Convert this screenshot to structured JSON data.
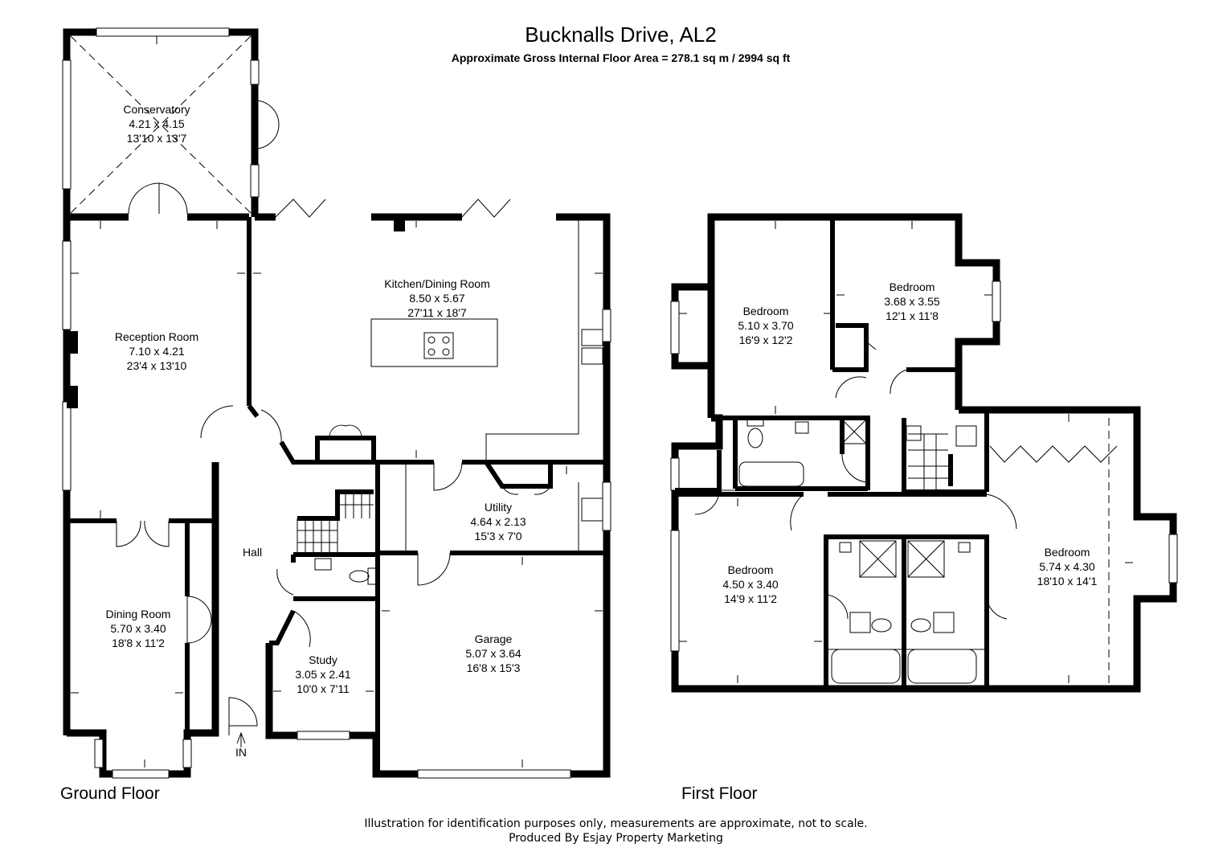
{
  "header": {
    "title": "Bucknalls  Drive, AL2",
    "subtitle": "Approximate Gross Internal Floor Area  = 278.1 sq m  / 2994 sq ft"
  },
  "floors": {
    "ground": {
      "label": "Ground Floor",
      "entrance": "IN",
      "rooms": {
        "conservatory": {
          "name": "Conservatory",
          "metric": "4.21 x 4.15",
          "imperial": "13'10 x 13'7"
        },
        "reception": {
          "name": "Reception Room",
          "metric": "7.10 x 4.21",
          "imperial": "23'4 x 13'10"
        },
        "kitchen": {
          "name": "Kitchen/Dining Room",
          "metric": "8.50 x 5.67",
          "imperial": "27'11 x 18'7"
        },
        "utility": {
          "name": "Utility",
          "metric": "4.64 x 2.13",
          "imperial": "15'3 x 7'0"
        },
        "hall": {
          "name": "Hall"
        },
        "dining": {
          "name": "Dining Room",
          "metric": "5.70 x 3.40",
          "imperial": "18'8 x 11'2"
        },
        "study": {
          "name": "Study",
          "metric": "3.05 x 2.41",
          "imperial": "10'0 x 7'11"
        },
        "garage": {
          "name": "Garage",
          "metric": "5.07 x 3.64",
          "imperial": "16'8 x 15'3"
        }
      }
    },
    "first": {
      "label": "First Floor",
      "rooms": {
        "bedroom1": {
          "name": "Bedroom",
          "metric": "5.10 x 3.70",
          "imperial": "16'9 x 12'2"
        },
        "bedroom2": {
          "name": "Bedroom",
          "metric": "3.68 x 3.55",
          "imperial": "12'1 x 11'8"
        },
        "bedroom3": {
          "name": "Bedroom",
          "metric": "4.50 x 3.40",
          "imperial": "14'9 x 11'2"
        },
        "bedroom4": {
          "name": "Bedroom",
          "metric": "5.74 x 4.30",
          "imperial": "18'10 x 14'1"
        }
      }
    }
  },
  "footer": {
    "disclaimer": "Illustration for identification purposes only, measurements are approximate, not to scale.",
    "credit": "Produced By Esjay Property Marketing"
  }
}
